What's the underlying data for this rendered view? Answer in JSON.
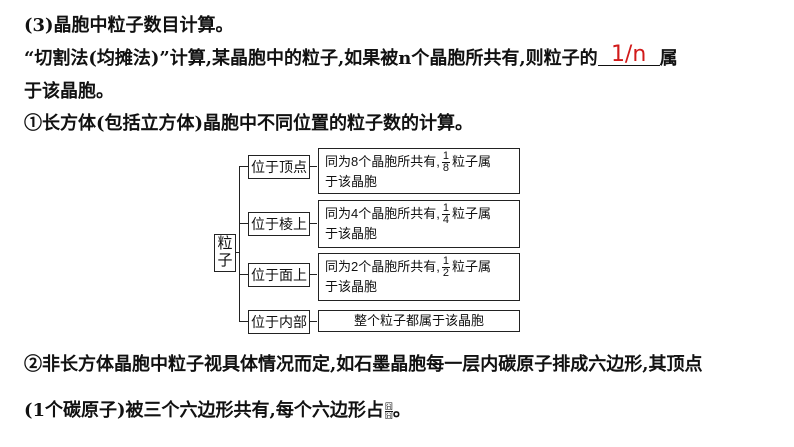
{
  "section_title": "(3)晶胞中粒子数目计算。",
  "intro": {
    "part1": "“切割法(均摊法)”计算,某晶胞中的粒子,如果被n个晶胞所共有,则粒子的",
    "answer": "1/n",
    "part2": "属",
    "line2": "于该晶胞。"
  },
  "point1": "①长方体(包括立方体)晶胞中不同位置的粒子数的计算。",
  "diagram": {
    "root": "粒子",
    "branches": [
      {
        "label": "位于顶点",
        "text_before": "同为8个晶胞所共有,",
        "frac_num": "1",
        "frac_den": "8",
        "text_after": "粒子属",
        "line2": "于该晶胞"
      },
      {
        "label": "位于棱上",
        "text_before": "同为4个晶胞所共有,",
        "frac_num": "1",
        "frac_den": "4",
        "text_after": "粒子属",
        "line2": "于该晶胞"
      },
      {
        "label": "位于面上",
        "text_before": "同为2个晶胞所共有,",
        "frac_num": "1",
        "frac_den": "2",
        "text_after": "粒子属",
        "line2": "于该晶胞"
      },
      {
        "label": "位于内部",
        "text": "整个粒子都属于该晶胞"
      }
    ]
  },
  "point2": "②非长方体晶胞中粒子视具体情况而定,如石墨晶胞每一层内碳原子排成六边形,其顶点",
  "point2_line2": "(1个碳原子)被三个六边形共有,每个六边形占",
  "point2_frac": {
    "num": "囧",
    "den": "囧"
  },
  "point2_end": "。"
}
